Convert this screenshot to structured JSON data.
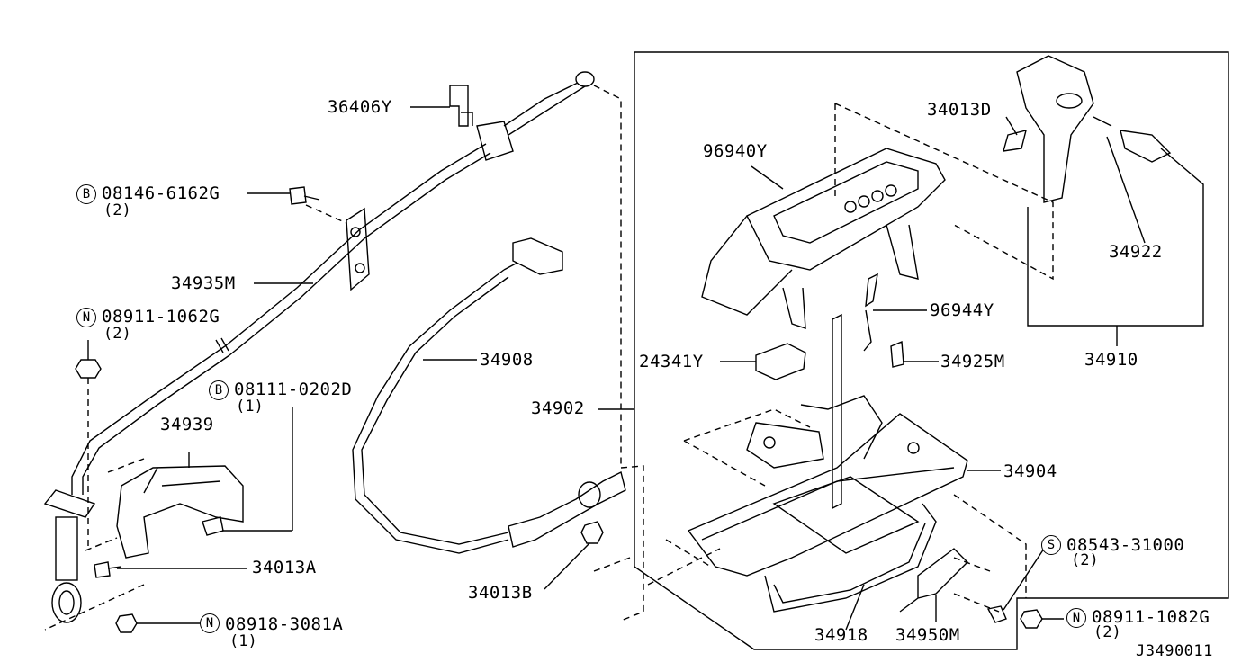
{
  "diagram_ref": "J3490011",
  "parts": [
    {
      "id": "p36406Y",
      "label": "36406Y"
    },
    {
      "id": "p08146",
      "prefix": "B",
      "label": "08146-6162G",
      "qty": "(2)"
    },
    {
      "id": "p34935M",
      "label": "34935M"
    },
    {
      "id": "p08911_1062",
      "prefix": "N",
      "label": "08911-1062G",
      "qty": "(2)"
    },
    {
      "id": "p08111",
      "prefix": "B",
      "label": "08111-0202D",
      "qty": "(1)"
    },
    {
      "id": "p34939",
      "label": "34939"
    },
    {
      "id": "p34013A",
      "label": "34013A"
    },
    {
      "id": "p08918",
      "prefix": "N",
      "label": "08918-3081A",
      "qty": "(1)"
    },
    {
      "id": "p34908",
      "label": "34908"
    },
    {
      "id": "p34902",
      "label": "34902"
    },
    {
      "id": "p34013B",
      "label": "34013B"
    },
    {
      "id": "p96940Y",
      "label": "96940Y"
    },
    {
      "id": "p34013D",
      "label": "34013D"
    },
    {
      "id": "p34922",
      "label": "34922"
    },
    {
      "id": "p34910",
      "label": "34910"
    },
    {
      "id": "p96944Y",
      "label": "96944Y"
    },
    {
      "id": "p24341Y",
      "label": "24341Y"
    },
    {
      "id": "p34925M",
      "label": "34925M"
    },
    {
      "id": "p34904",
      "label": "34904"
    },
    {
      "id": "p08543",
      "prefix": "S",
      "label": "08543-31000",
      "qty": "(2)"
    },
    {
      "id": "p08911_1082",
      "prefix": "N",
      "label": "08911-1082G",
      "qty": "(2)"
    },
    {
      "id": "p34918",
      "label": "34918"
    },
    {
      "id": "p34950M",
      "label": "34950M"
    }
  ]
}
